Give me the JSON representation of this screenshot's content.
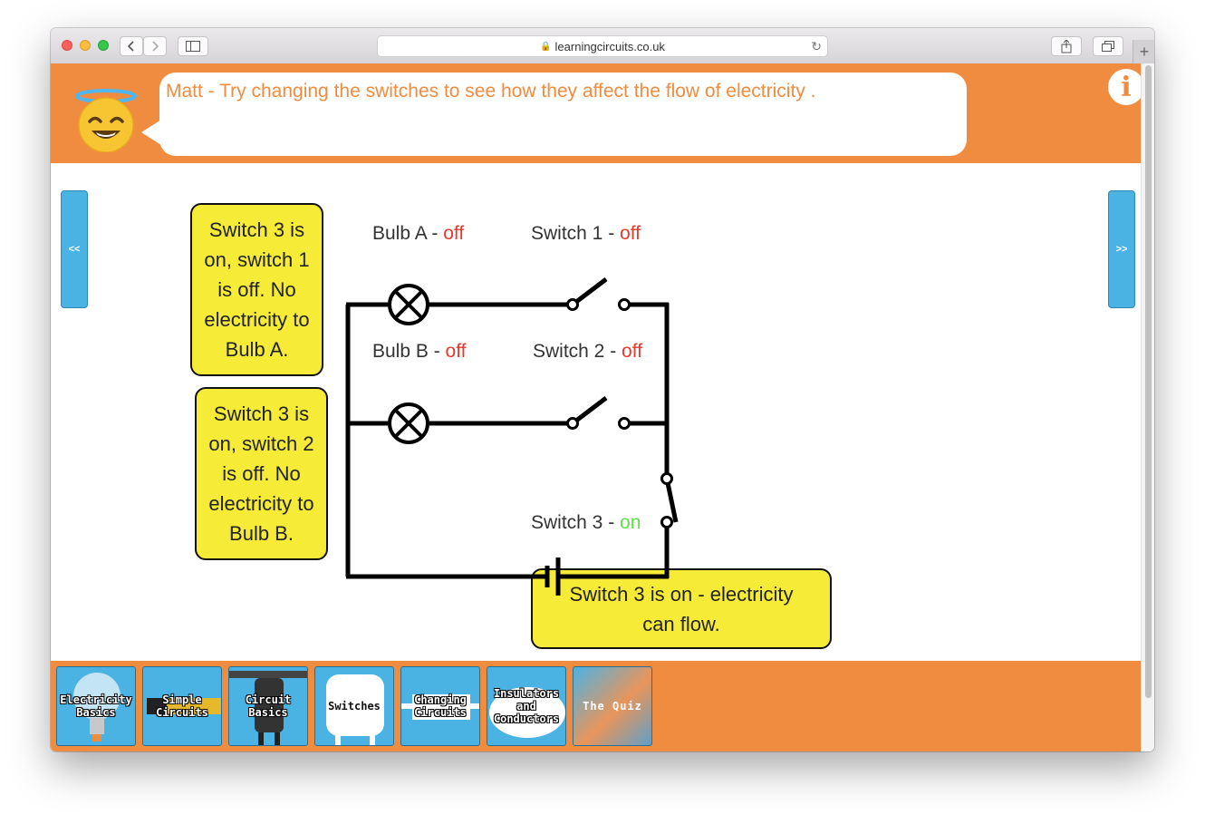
{
  "browser": {
    "url": "learningcircuits.co.uk",
    "back_icon": "chevron-left-icon",
    "forward_icon": "chevron-right-icon",
    "sidebar_icon": "sidebar-icon",
    "share_icon": "share-icon",
    "tabs_icon": "tabs-icon",
    "reload_icon": "reload-icon"
  },
  "header": {
    "message": "Matt - Try changing the switches to see how they affect the flow of electricity .",
    "info_label": "i",
    "background": "#f08c3f"
  },
  "nav": {
    "prev": "<<",
    "next": ">>"
  },
  "notes": {
    "note1": "Switch 3 is on, switch 1 is off. No electricity to Bulb A.",
    "note2": "Switch 3 is on, switch 2 is off. No electricity to Bulb B.",
    "note3": "Switch 3 is on - electricity can flow."
  },
  "circuit": {
    "bulb_a": {
      "name": "Bulb A - ",
      "state": "off"
    },
    "bulb_b": {
      "name": "Bulb B - ",
      "state": "off"
    },
    "switch_1": {
      "name": "Switch 1 - ",
      "state": "off"
    },
    "switch_2": {
      "name": "Switch 2 - ",
      "state": "off"
    },
    "switch_3": {
      "name": "Switch 3 - ",
      "state": "on"
    },
    "colors": {
      "off": "#e33b2e",
      "on": "#5fe04c",
      "wire": "#000000"
    }
  },
  "footer_tiles": [
    {
      "label": "Electricity Basics"
    },
    {
      "label": "Simple Circuits"
    },
    {
      "label": "Circuit Basics"
    },
    {
      "label": "Switches"
    },
    {
      "label": "Changing Circuits"
    },
    {
      "label": "Insulators and Conductors"
    },
    {
      "label": "The Quiz"
    }
  ]
}
